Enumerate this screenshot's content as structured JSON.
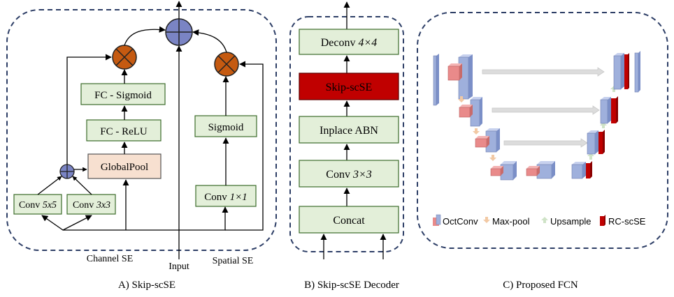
{
  "colors": {
    "panel_border": "#2d3e66",
    "box_green_fill": "#e3efd9",
    "box_green_stroke": "#3b6b2a",
    "box_pool_fill": "#f7e0d0",
    "box_red_fill": "#c00000",
    "multiply_node": "#c55a11",
    "add_node": "#7a84c4",
    "oct_blue": "#9fb0dc",
    "oct_pink": "#e98a8a",
    "rcscse_red": "#c00000",
    "skip_arrow": "#d0d0d0",
    "maxpool_arrow": "#f2c9a4",
    "upsample_arrow": "#cfe3c7"
  },
  "panel_a": {
    "caption": "A) Skip-scSE",
    "label_channel": "Channel SE",
    "label_input": "Input",
    "label_spatial": "Spatial SE",
    "boxes": {
      "fc_sigmoid": "FC - Sigmoid",
      "fc_relu": "FC - ReLU",
      "global_pool": "GlobalPool",
      "sigmoid": "Sigmoid",
      "conv_5x5_prefix": "Conv ",
      "conv_5x5_suffix": "5x5",
      "conv_3x3_prefix": "Conv ",
      "conv_3x3_suffix": "3x3",
      "conv_1x1_prefix": "Conv ",
      "conv_1x1_suffix": "1×1"
    }
  },
  "panel_b": {
    "caption": "B) Skip-scSE Decoder",
    "boxes": {
      "deconv_prefix": "Deconv ",
      "deconv_suffix": "4×4",
      "skip_scse": "Skip-scSE",
      "inplace_abn": "Inplace ABN",
      "conv_prefix": "Conv ",
      "conv_suffix": "3×3",
      "concat": "Concat"
    }
  },
  "panel_c": {
    "caption": "C) Proposed FCN",
    "legend": {
      "octconv": "OctConv",
      "maxpool": "Max-pool",
      "upsample": "Upsample",
      "rcscse": "RC-scSE"
    }
  }
}
